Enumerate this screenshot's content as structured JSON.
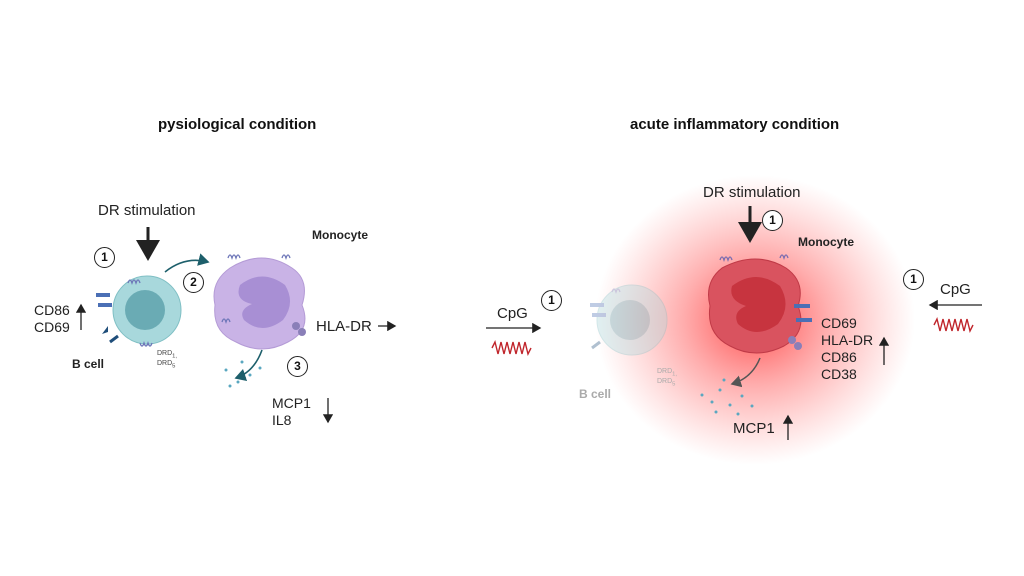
{
  "left": {
    "title": "pysiological condition",
    "stimulus": "DR stimulation",
    "b_cell_label": "B cell",
    "monocyte_label": "Monocyte",
    "receptors": [
      "DRD",
      "DRD"
    ],
    "receptor_subscripts": [
      "1,",
      "5"
    ],
    "bcell_markers": [
      "CD86",
      "CD69"
    ],
    "monocyte_marker": "HLA-DR",
    "cytokines": [
      "MCP1",
      "IL8"
    ],
    "steps": [
      "1",
      "2",
      "3"
    ]
  },
  "right": {
    "title": "acute inflammatory condition",
    "stimulus": "DR stimulation",
    "b_cell_label": "B cell",
    "monocyte_label": "Monocyte",
    "receptors": [
      "DRD",
      "DRD"
    ],
    "receptor_subscripts": [
      "1,",
      "5"
    ],
    "cpg_label": "CpG",
    "monocyte_markers": [
      "CD69",
      "HLA-DR",
      "CD86",
      "CD38"
    ],
    "cytokine": "MCP1",
    "steps": [
      "1",
      "1",
      "1"
    ]
  },
  "colors": {
    "b_cell": "#a8d8dc",
    "b_cell_nucleus": "#5fa3ad",
    "monocyte": "#c9b3e6",
    "monocyte_nucleus": "#a88fd4",
    "inflamed_monocyte": "#d9535f",
    "inflammation_glow": "#ff3b3b",
    "cpg_wave": "#c0262c",
    "arrow": "#222222",
    "curved_arrow": "#1d5f6b"
  }
}
